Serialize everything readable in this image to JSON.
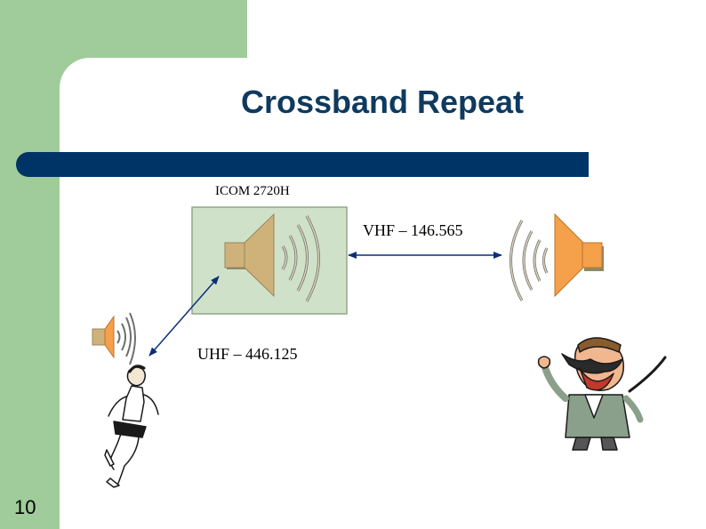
{
  "slide": {
    "title": "Crossband Repeat",
    "page_number": "10"
  },
  "diagram": {
    "repeater_label": "ICOM 2720H",
    "vhf_label": "VHF – 146.565",
    "uhf_label": "UHF – 446.125"
  },
  "colors": {
    "accent_green": "#9fcc9a",
    "band_blue": "#003466",
    "title_blue": "#0f3a5e",
    "speaker_tan": "#cfb27a",
    "speaker_orange": "#f5a04a",
    "box_fill": "#cfe2c9",
    "arrow_blue": "#0b2f7a"
  }
}
